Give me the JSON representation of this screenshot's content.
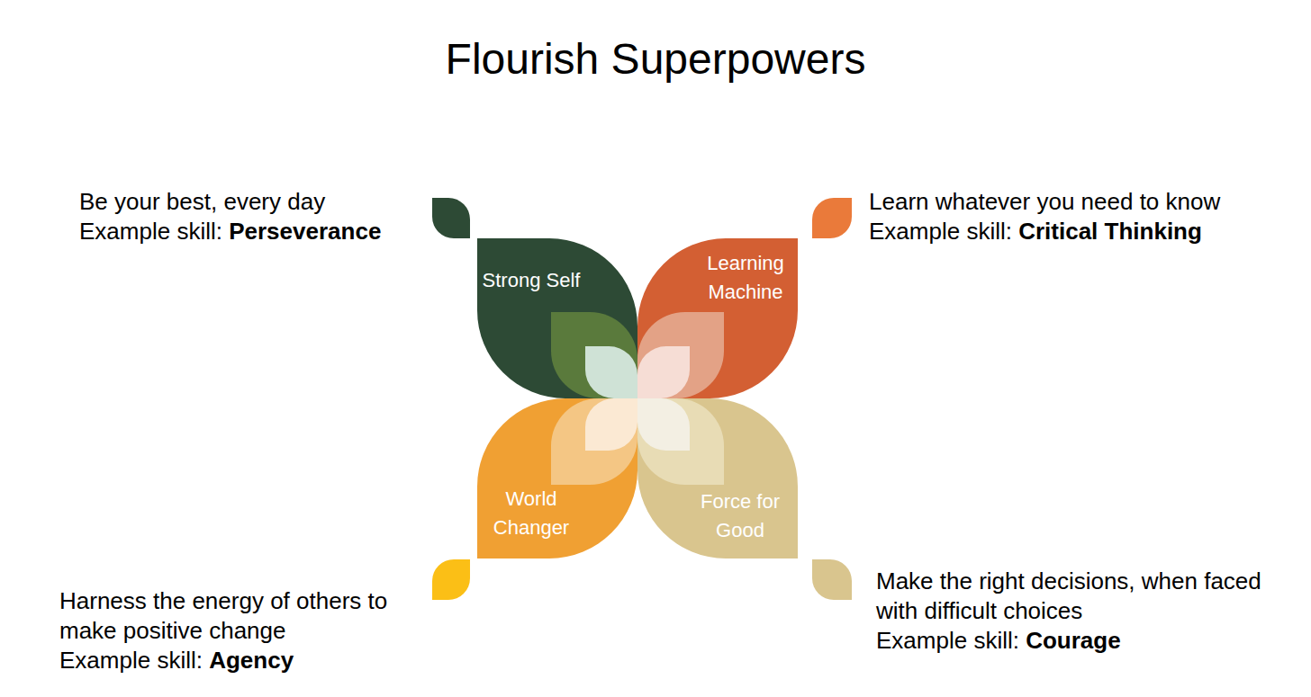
{
  "diagram": {
    "title": "Flourish Superpowers",
    "nodes": [
      {
        "text": [
          "Strong Self"
        ]
      },
      {
        "text": [
          "Learning Machine"
        ]
      },
      {
        "text": [
          "World Changer"
        ]
      },
      {
        "text": [
          "Force for Good"
        ]
      }
    ],
    "labels": [
      "Be your best, every day",
      "Example skill:",
      "Perseverance",
      "Learn whatever you need to know",
      "Example skill:",
      "Critical Thinking",
      "Harness the energy of others to make positive change",
      "Example skill:",
      "Agency",
      "Make the right decisions, when faced with difficult choices",
      "Example skill:",
      "Courage"
    ]
  }
}
